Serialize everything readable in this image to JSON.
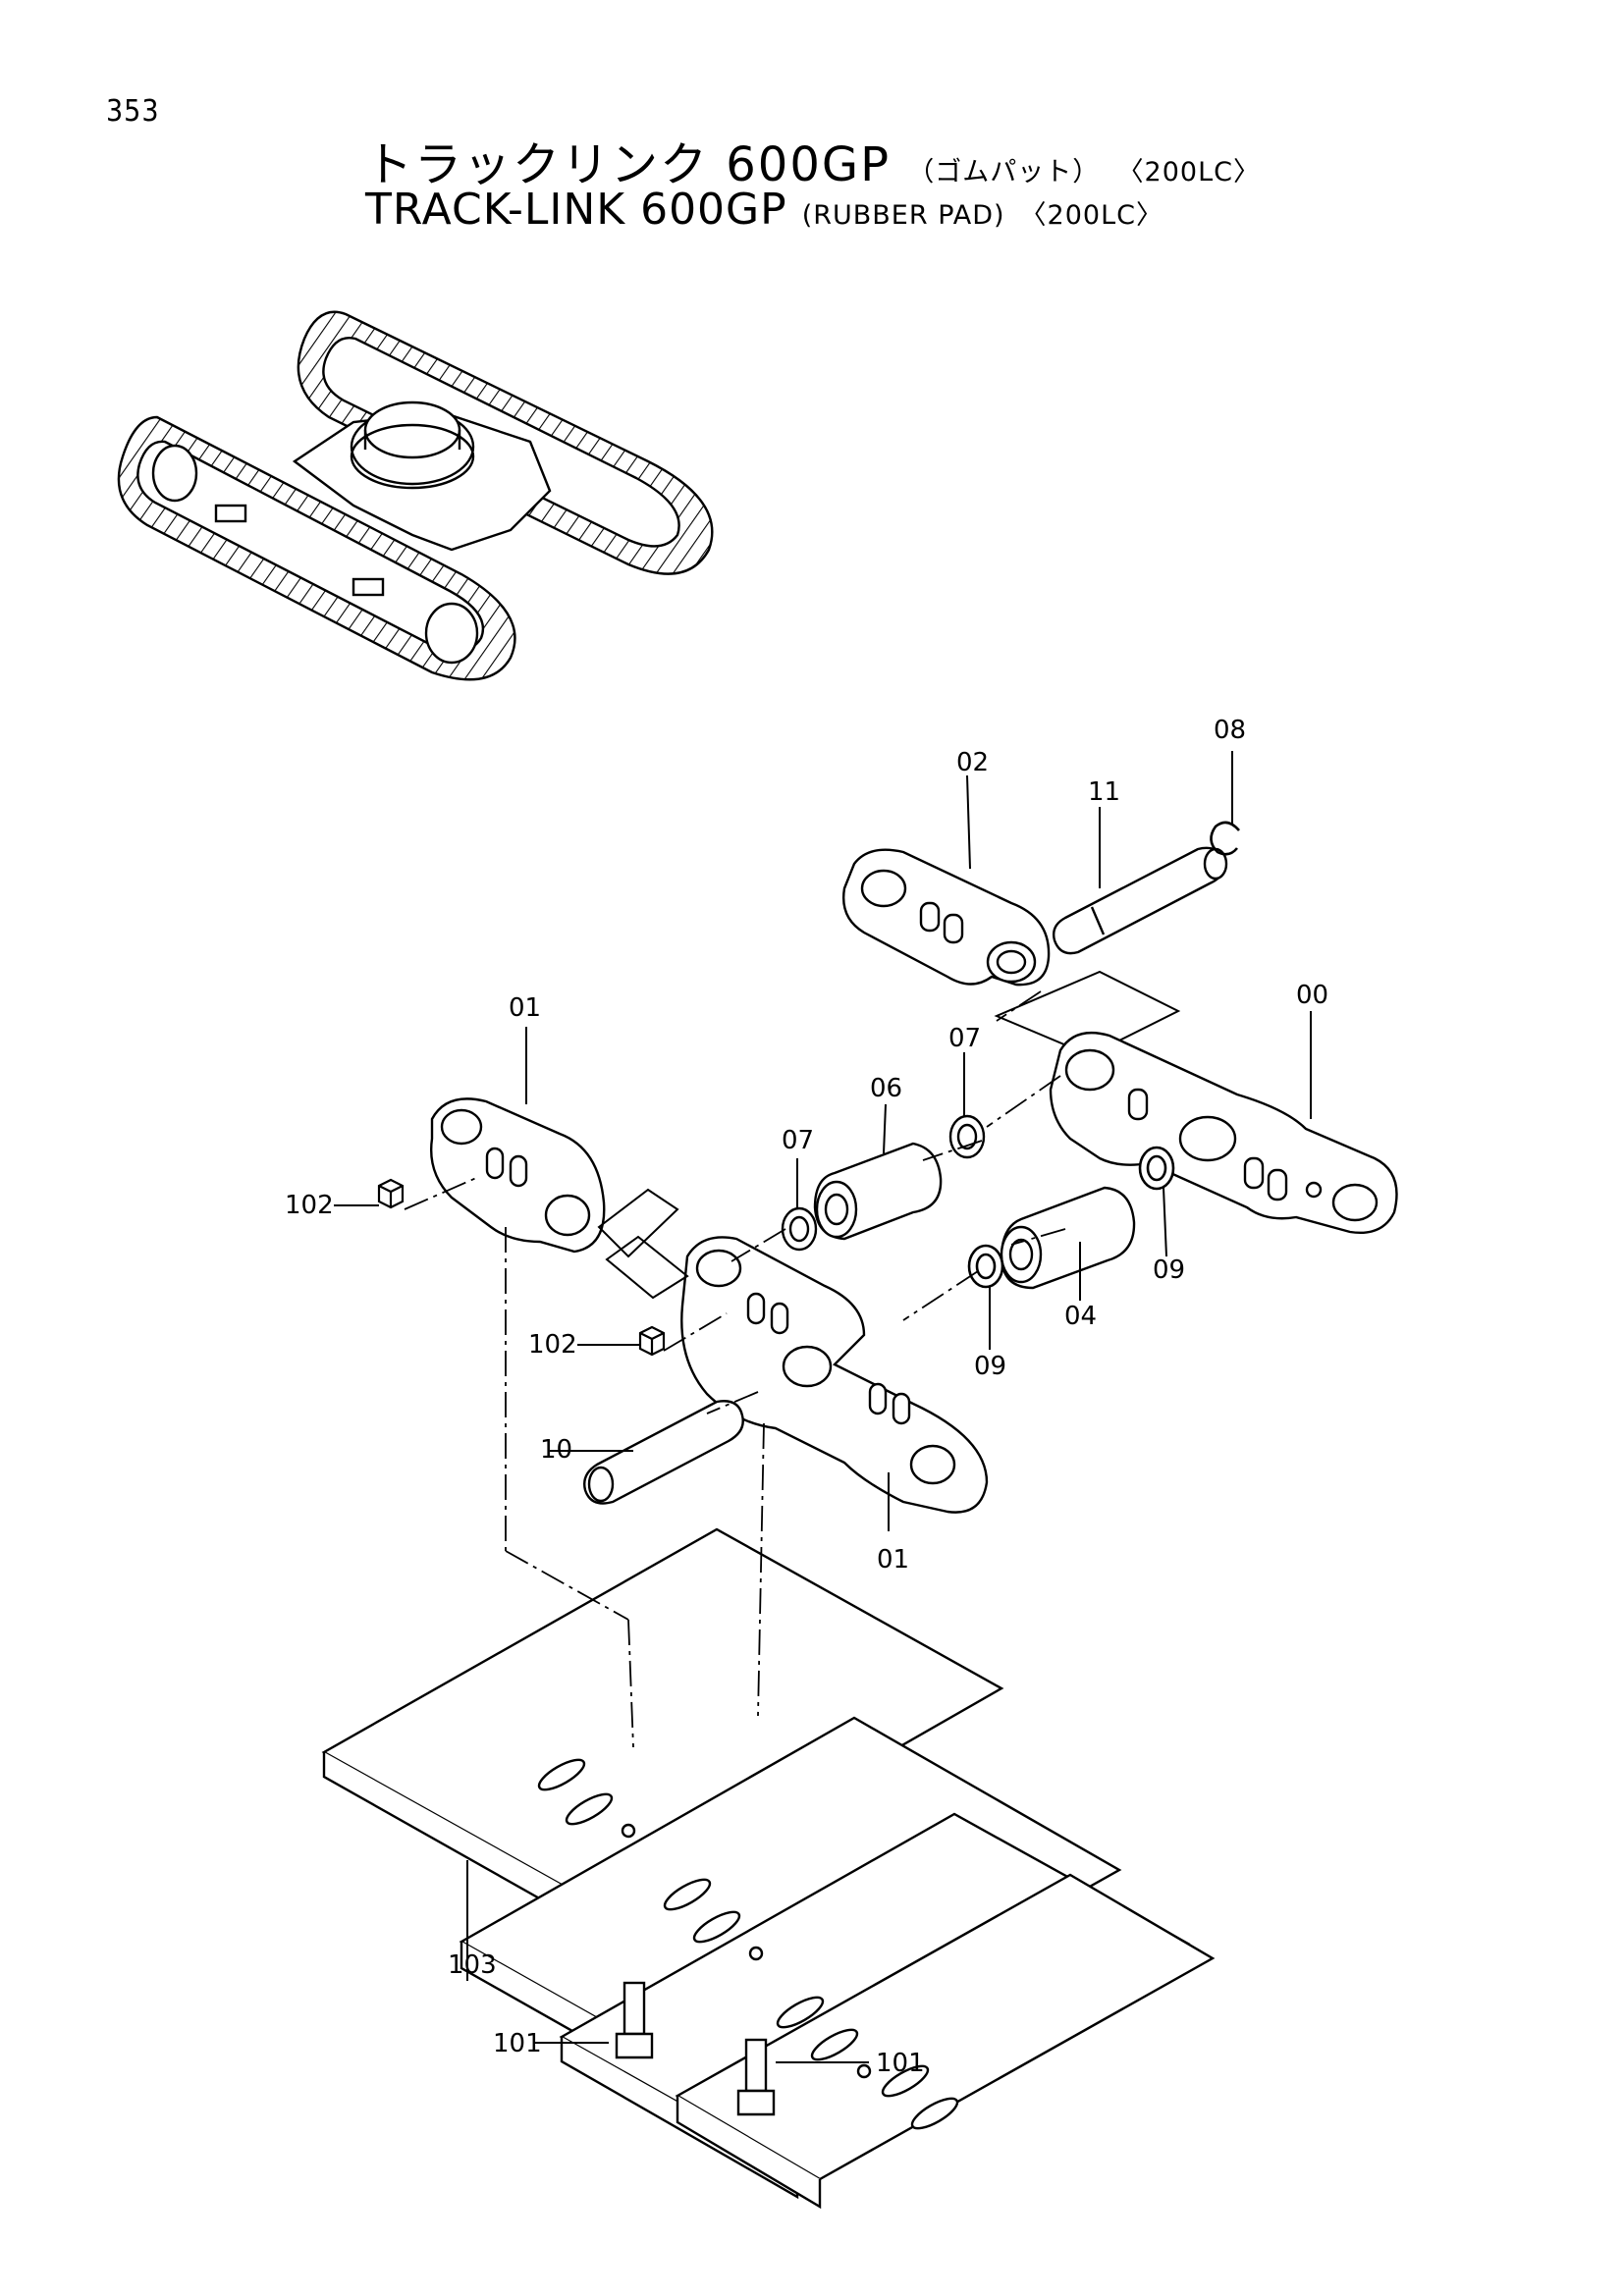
{
  "page_number": "353",
  "title_jp": {
    "main": "トラックリンク 600GP",
    "sub": "（ゴムパット）",
    "model": "〈200LC〉"
  },
  "title_en": {
    "main": "TRACK-LINK 600GP",
    "sub": "(RUBBER PAD)",
    "model": "〈200LC〉"
  },
  "callouts": {
    "c00": "00",
    "c01a": "01",
    "c01b": "01",
    "c02": "02",
    "c04": "04",
    "c06": "06",
    "c07a": "07",
    "c07b": "07",
    "c08": "08",
    "c09a": "09",
    "c09b": "09",
    "c10": "10",
    "c11": "11",
    "c101a": "101",
    "c101b": "101",
    "c102a": "102",
    "c102b": "102",
    "c103": "103"
  }
}
